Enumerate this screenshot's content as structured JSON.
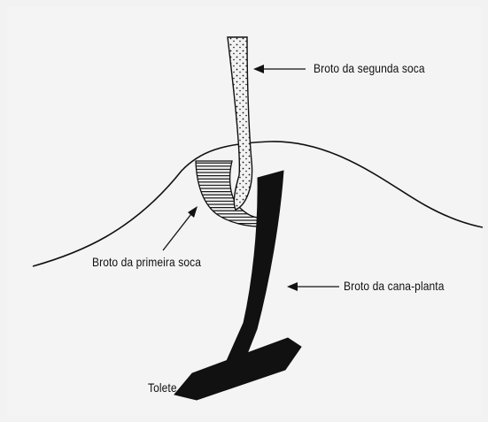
{
  "labels": {
    "second_ratoon_sprout": "Broto da segunda soca",
    "first_ratoon_sprout": "Broto da primeira soca",
    "plant_cane_sprout": "Broto da cana-planta",
    "sett": "Tolete"
  },
  "colors": {
    "ink": "#111111",
    "background": "#f4f4f4",
    "stipple_fill": "#f2f2f2"
  }
}
